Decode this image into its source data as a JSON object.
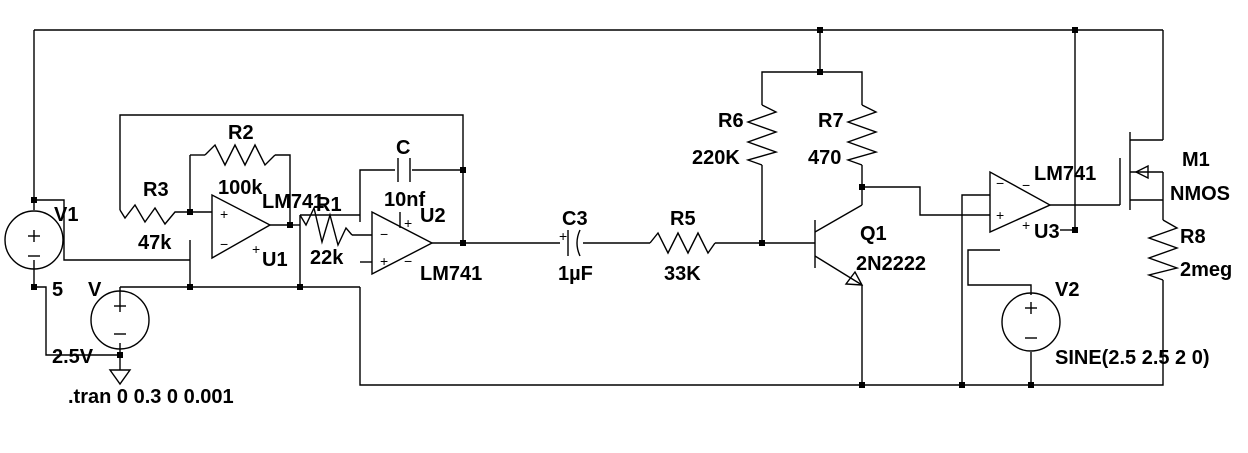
{
  "components": {
    "v1": {
      "name": "V1",
      "value": "5"
    },
    "v": {
      "name": "V",
      "value": "2.5V"
    },
    "v2": {
      "name": "V2",
      "value": "SINE(2.5 2.5 2 0)"
    },
    "r1": {
      "name": "R1",
      "value": "22k"
    },
    "r2": {
      "name": "R2",
      "value": "100k"
    },
    "r3": {
      "name": "R3",
      "value": "47k"
    },
    "r5": {
      "name": "R5",
      "value": "33K"
    },
    "r6": {
      "name": "R6",
      "value": "220K"
    },
    "r7": {
      "name": "R7",
      "value": "470"
    },
    "r8": {
      "name": "R8",
      "value": "2meg"
    },
    "c": {
      "name": "C",
      "value": "10nf"
    },
    "c3": {
      "name": "C3",
      "value": "1µF"
    },
    "q1": {
      "name": "Q1",
      "value": "2N2222"
    },
    "m1": {
      "name": "M1",
      "value": "NMOS"
    },
    "u1": {
      "name": "U1",
      "value": "LM741"
    },
    "u2": {
      "name": "U2",
      "value": "LM741"
    },
    "u3": {
      "name": "U3",
      "value": "LM741"
    }
  },
  "directive": ".tran 0 0.3 0 0.001",
  "pin_signs": {
    "plus": "+",
    "minus": "−"
  }
}
